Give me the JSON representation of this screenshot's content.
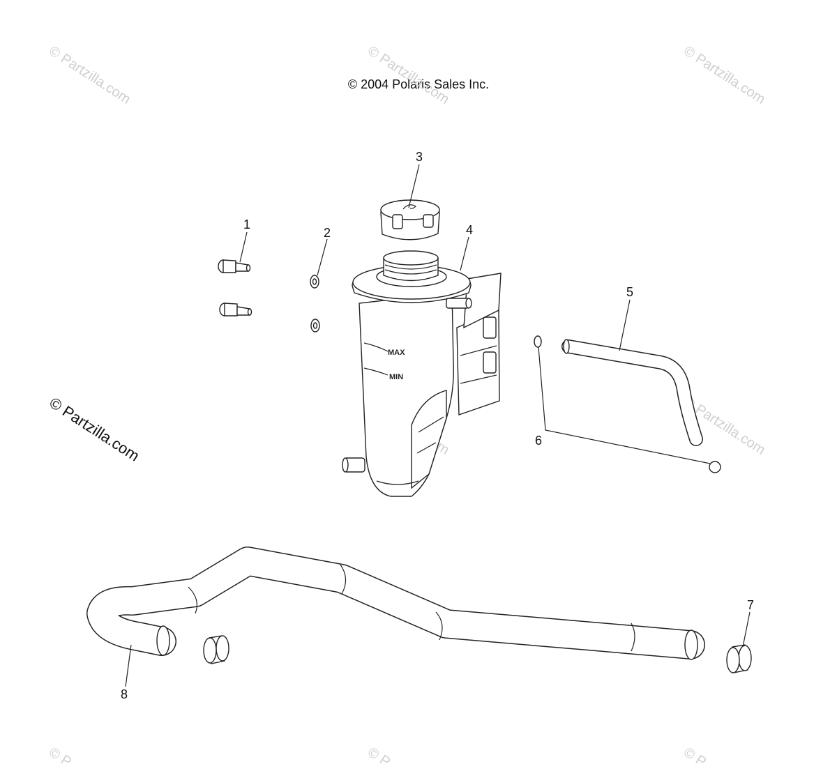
{
  "copyright": "© 2004 Polaris Sales Inc.",
  "watermarks": {
    "faint": "© Partzilla.com",
    "faint_cut": "© P",
    "main": "© Partzilla.com"
  },
  "tank_marks": {
    "max": "MAX",
    "min": "MIN"
  },
  "callouts": [
    "1",
    "2",
    "3",
    "4",
    "5",
    "6",
    "7",
    "8"
  ]
}
